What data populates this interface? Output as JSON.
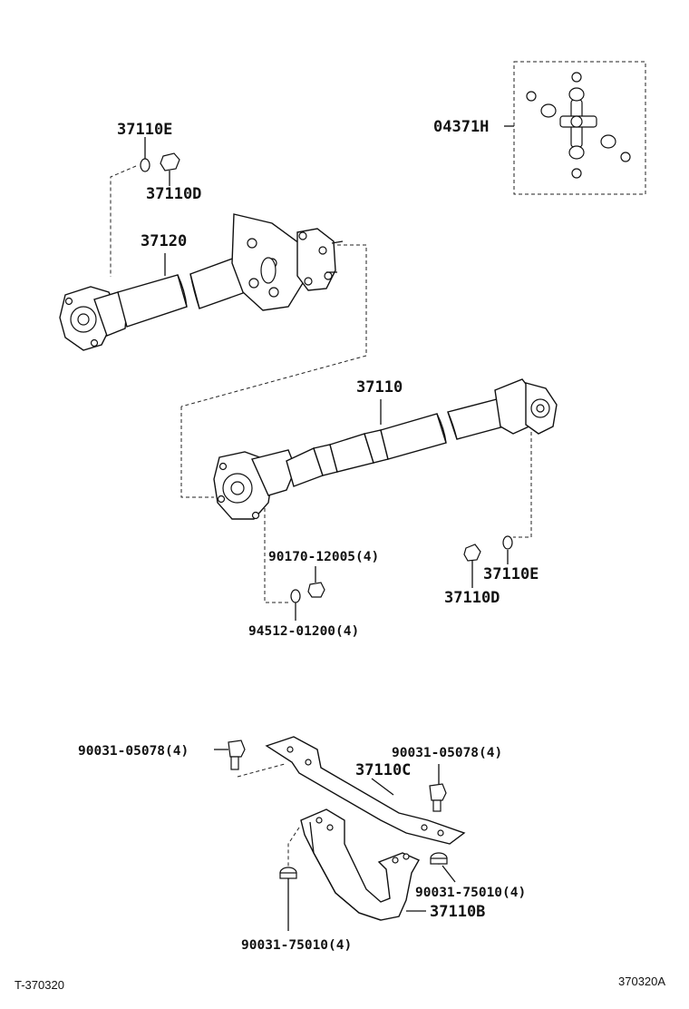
{
  "labels": {
    "p04371H": "04371H",
    "p37110E_top": "37110E",
    "p37110D_top": "37110D",
    "p37120": "37120",
    "p37110": "37110",
    "p90170": "90170-12005(4)",
    "p94512": "94512-01200(4)",
    "p37110D_mid": "37110D",
    "p37110E_mid": "37110E",
    "p90031_05078_left": "90031-05078(4)",
    "p90031_05078_right": "90031-05078(4)",
    "p37110C": "37110C",
    "p90031_75010_right": "90031-75010(4)",
    "p37110B": "37110B",
    "p90031_75010_left": "90031-75010(4)"
  },
  "footer": {
    "left_code": "T-370320",
    "right_code": "370320A"
  }
}
